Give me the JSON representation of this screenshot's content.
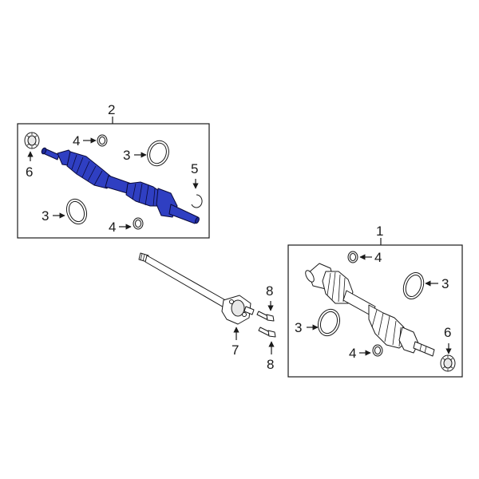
{
  "colors": {
    "highlight": "#2f3fc2",
    "highlight_dark": "#1e2a96",
    "line": "#1a1a1a",
    "background": "#ffffff"
  },
  "callouts": {
    "assembly_left": "2",
    "assembly_right": "1",
    "left_seal_ring": "6",
    "left_clamp_small_top": "4",
    "left_clamp_large_top": "3",
    "left_snap_ring": "5",
    "left_clamp_large_bottom": "3",
    "left_clamp_small_bottom": "4",
    "intermediate_shaft": "7",
    "bolt_top": "8",
    "bolt_bottom": "8",
    "right_clamp_small_top": "4",
    "right_clamp_large_top": "3",
    "right_clamp_large_left": "3",
    "right_clamp_small_bottom": "4",
    "right_seal_ring": "6"
  }
}
